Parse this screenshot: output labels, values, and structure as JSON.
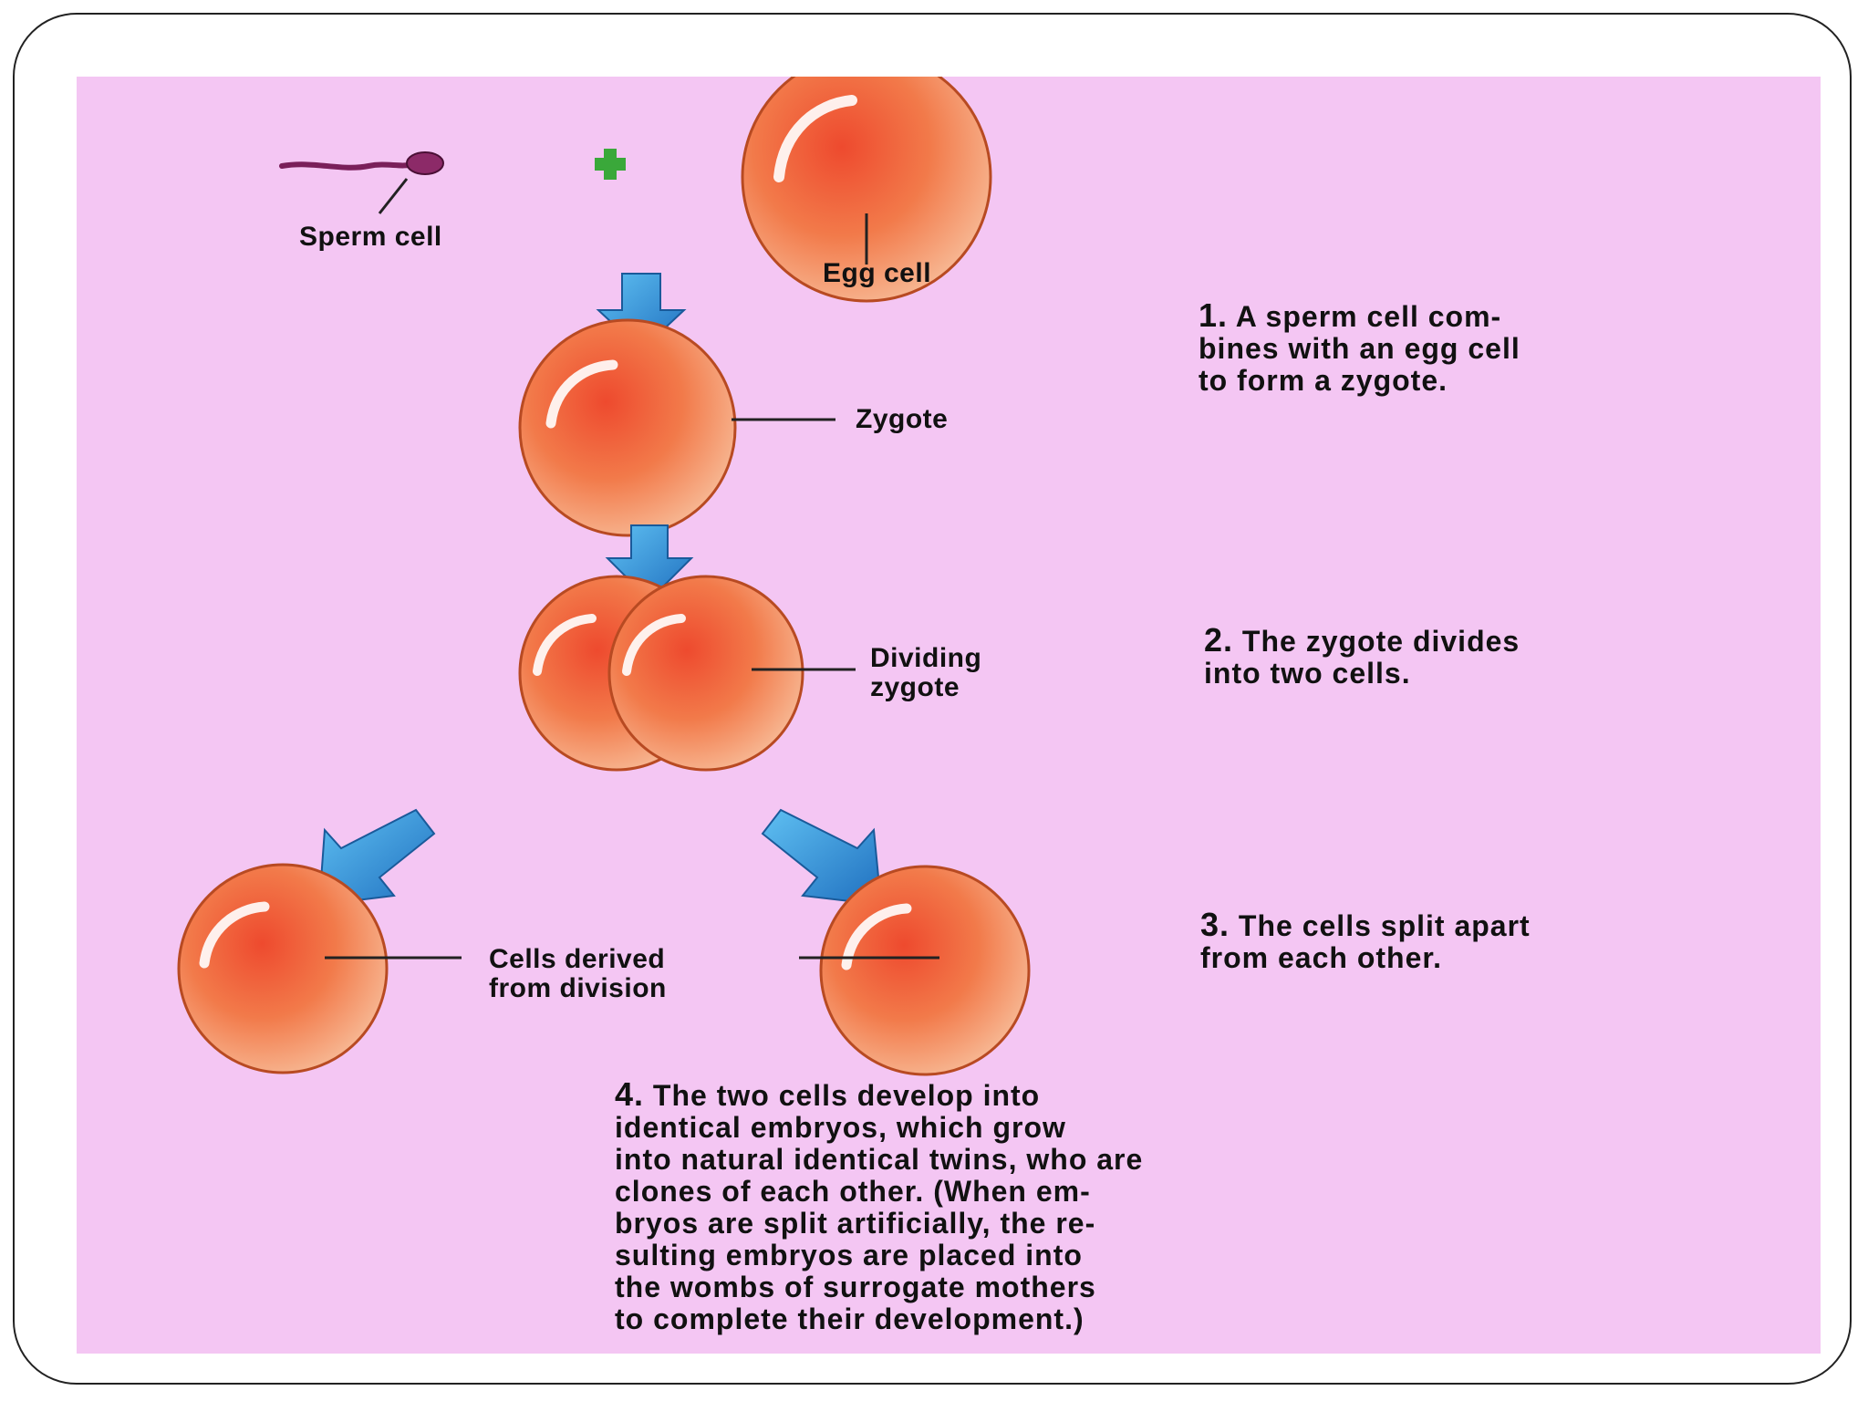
{
  "labels": {
    "sperm": "Sperm cell",
    "egg": "Egg cell",
    "zygote": "Zygote",
    "dividing": [
      "Dividing",
      "zygote"
    ],
    "derived": [
      "Cells derived",
      "from division"
    ]
  },
  "steps": [
    {
      "num": "1.",
      "lines": [
        "A sperm cell com-",
        "bines with an egg cell",
        "to form a zygote."
      ]
    },
    {
      "num": "2.",
      "lines": [
        "The zygote divides",
        "into two cells."
      ]
    },
    {
      "num": "3.",
      "lines": [
        "The cells split apart",
        "from each other."
      ]
    },
    {
      "num": "4.",
      "lines": [
        "The two cells develop into",
        "identical embryos, which grow",
        "into natural identical twins, who are",
        "clones of each other. (When em-",
        "bryos are split artificially, the re-",
        "sulting embryos are placed into",
        "the wombs of surrogate mothers",
        "to complete their development.)"
      ]
    }
  ],
  "colors": {
    "background": "#f4c6f3",
    "cell": "#f07a45",
    "arrow": "#2f8fd6",
    "plus": "#3aa83a",
    "sperm": "#7a1f5a"
  }
}
